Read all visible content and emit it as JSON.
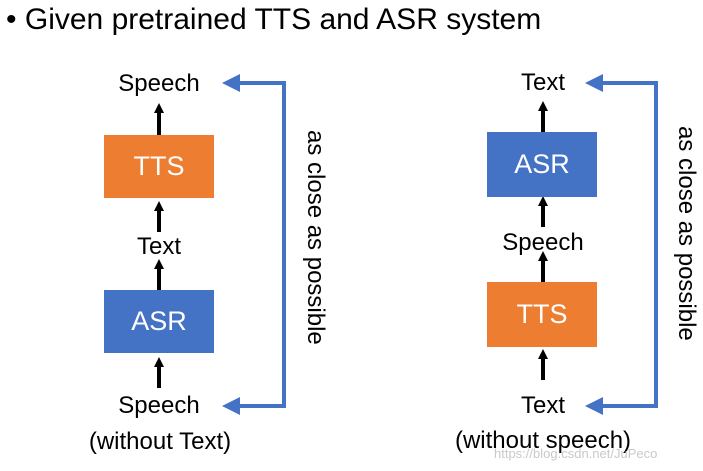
{
  "title": "Given pretrained TTS and ASR system",
  "colors": {
    "tts": "#ed7d31",
    "asr": "#4472c4",
    "feedback_arrow": "#4472c4"
  },
  "left": {
    "top_label": "Speech",
    "box_top": "TTS",
    "middle_label": "Text",
    "box_bottom": "ASR",
    "bottom_label": "Speech",
    "caption": "(without Text)",
    "side_text": "as close as possible"
  },
  "right": {
    "top_label": "Text",
    "box_top": "ASR",
    "middle_label": "Speech",
    "box_bottom": "TTS",
    "bottom_label": "Text",
    "caption": "(without speech)",
    "side_text": "as close as possible"
  },
  "watermark": "https://blog.csdn.net/JuPeco"
}
